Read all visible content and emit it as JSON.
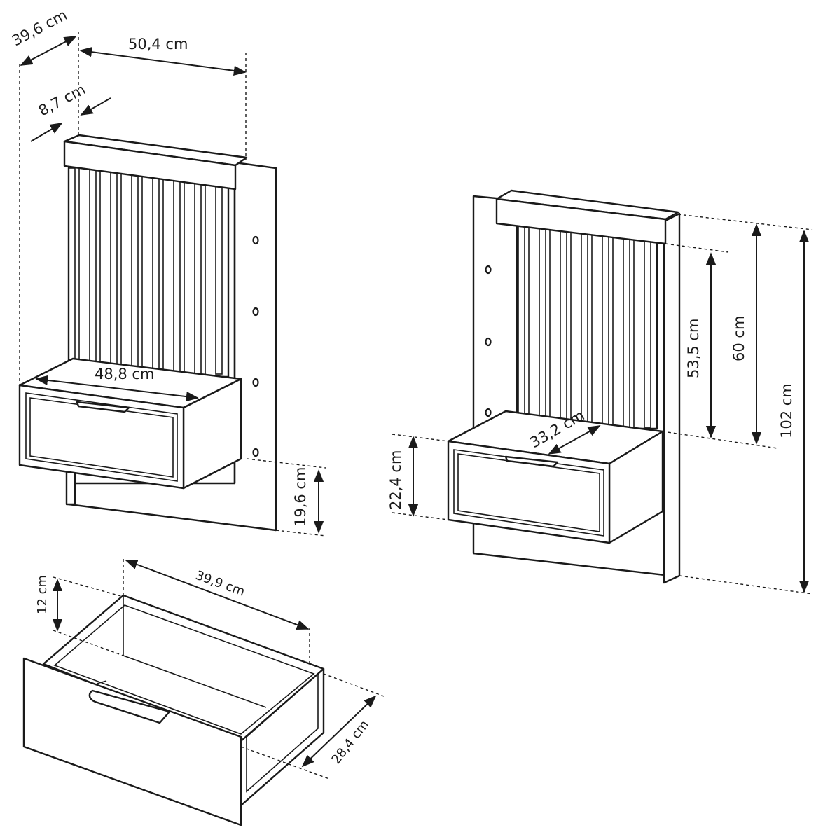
{
  "colors": {
    "ink": "#1a1a1a",
    "background": "#ffffff"
  },
  "dimensions": {
    "left_depth": "39,6 cm",
    "left_width": "50,4 cm",
    "left_top_depth": "8,7 cm",
    "left_shelf_width": "48,8 cm",
    "left_bottom_clearance": "19,6 cm",
    "right_panel_height": "53,5 cm",
    "right_shelf_height": "60 cm",
    "right_total_height": "102 cm",
    "right_shelf_depth": "33,2 cm",
    "right_drawer_height": "22,4 cm",
    "drawer_length": "39,9 cm",
    "drawer_height": "12 cm",
    "drawer_depth": "28,4 cm"
  }
}
